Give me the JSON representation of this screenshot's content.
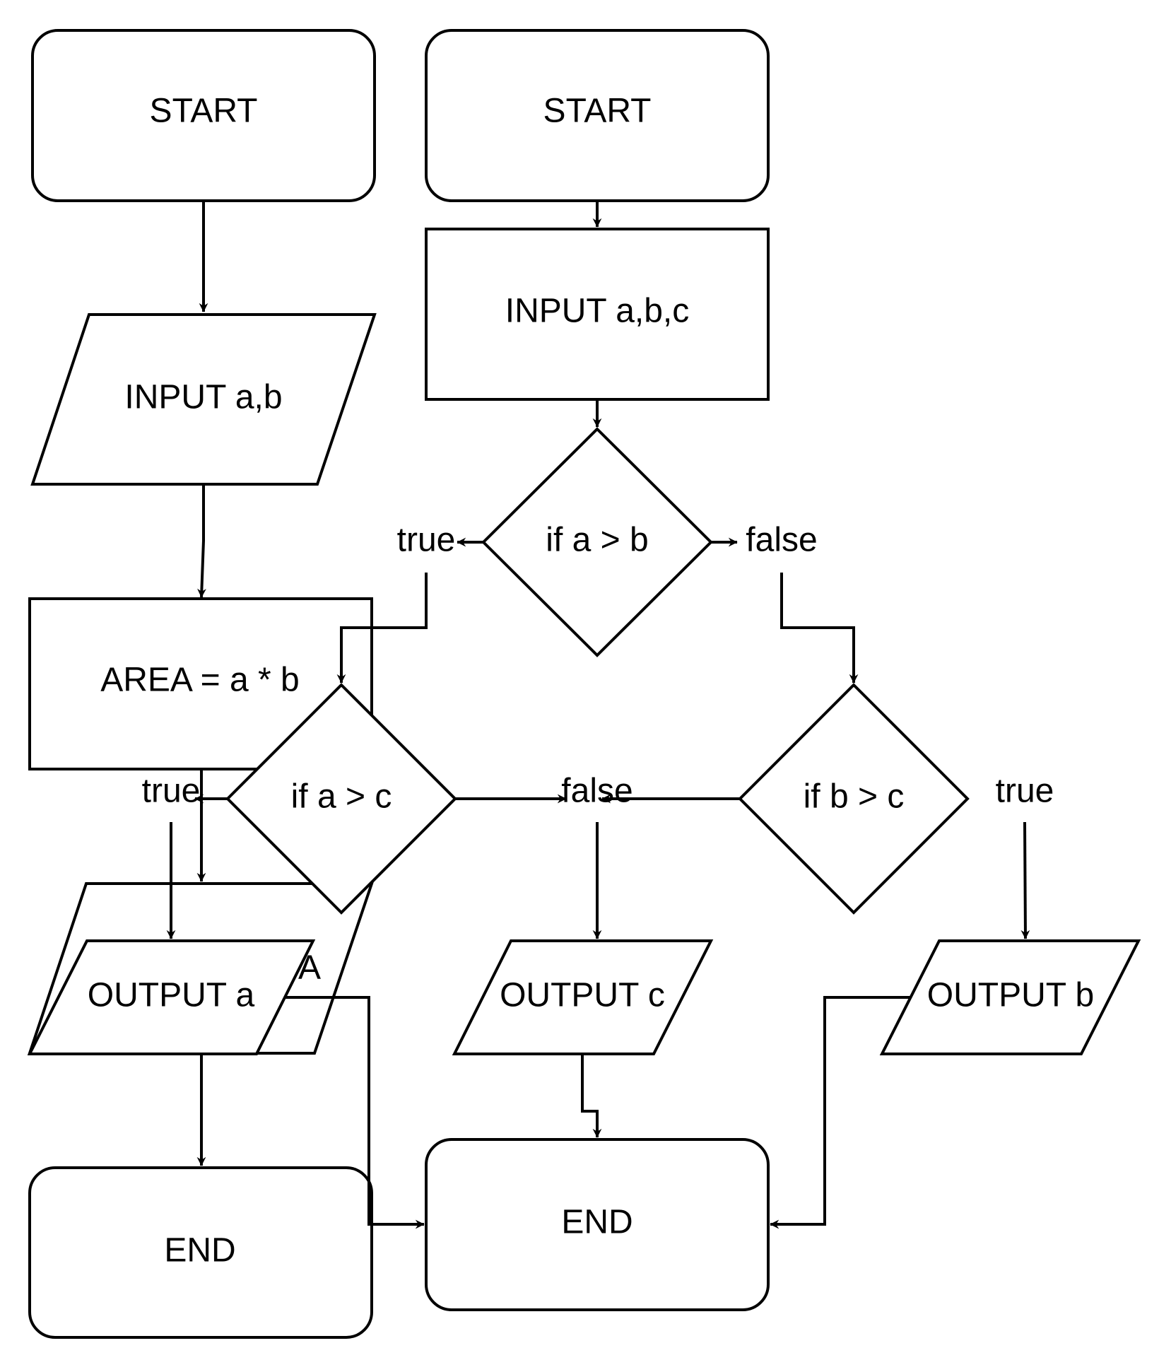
{
  "colors": {
    "stroke": "#000000",
    "fill": "#ffffff",
    "text": "#000000"
  },
  "left_flow": {
    "start": "START",
    "input": "INPUT a,b",
    "process": "AREA = a * b",
    "output": "A",
    "end": "END"
  },
  "right_flow": {
    "start": "START",
    "input": "INPUT a,b,c",
    "decision_ab": "if a > b",
    "decision_ab_true": "true",
    "decision_ab_false": "false",
    "decision_ac": "if a > c",
    "decision_ac_true": "true",
    "decision_ac_false": "false",
    "decision_bc": "if b > c",
    "decision_bc_true": "true",
    "output_a": "OUTPUT a",
    "output_c": "OUTPUT c",
    "output_b": "OUTPUT b",
    "end": "END"
  }
}
